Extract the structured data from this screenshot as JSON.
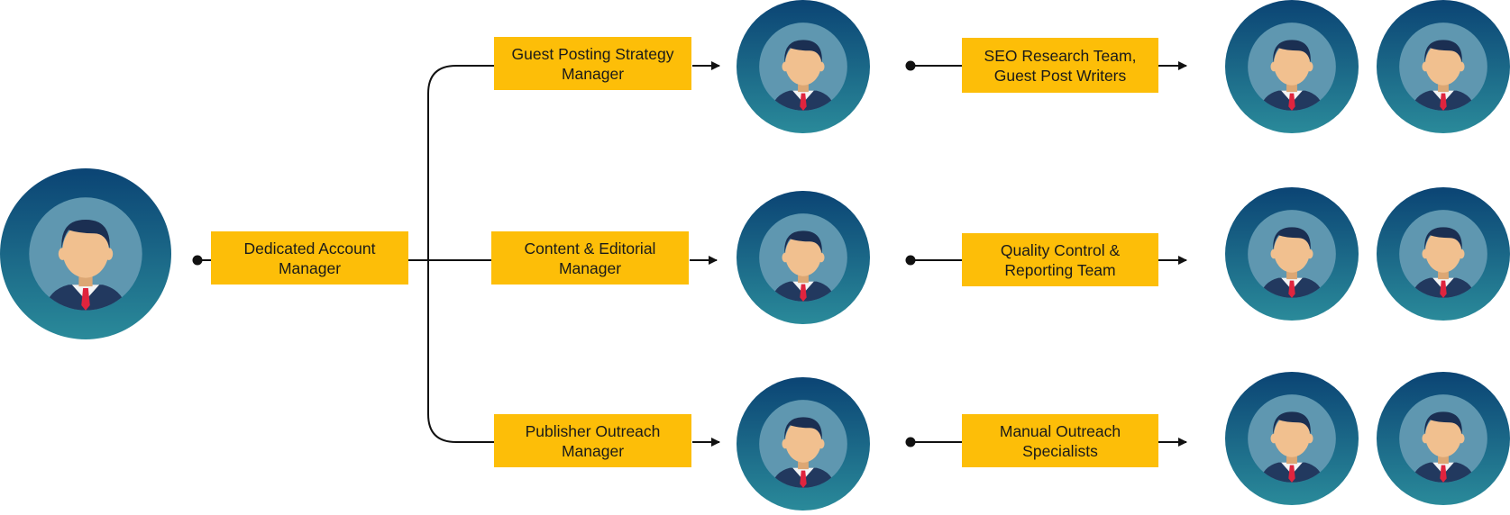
{
  "colors": {
    "label_bg": "#fdbe08",
    "avatar_outer_top": "#0b4474",
    "avatar_outer_bottom": "#2a8a9a",
    "avatar_inner": "#5f97b0",
    "skin": "#f1c08f",
    "hair": "#1b2f52",
    "suit": "#22395f",
    "tie": "#e0243e",
    "connector": "#111111"
  },
  "icons": {
    "avatar": "businessman-avatar-icon"
  },
  "root": {
    "label": "Dedicated Account Manager"
  },
  "branches": [
    {
      "manager_label": "Guest Posting Strategy Manager",
      "team_label": "SEO Research Team, Guest Post Writers"
    },
    {
      "manager_label": "Content & Editorial Manager",
      "team_label": "Quality Control & Reporting Team"
    },
    {
      "manager_label": "Publisher Outreach Manager",
      "team_label": "Manual Outreach Specialists"
    }
  ]
}
